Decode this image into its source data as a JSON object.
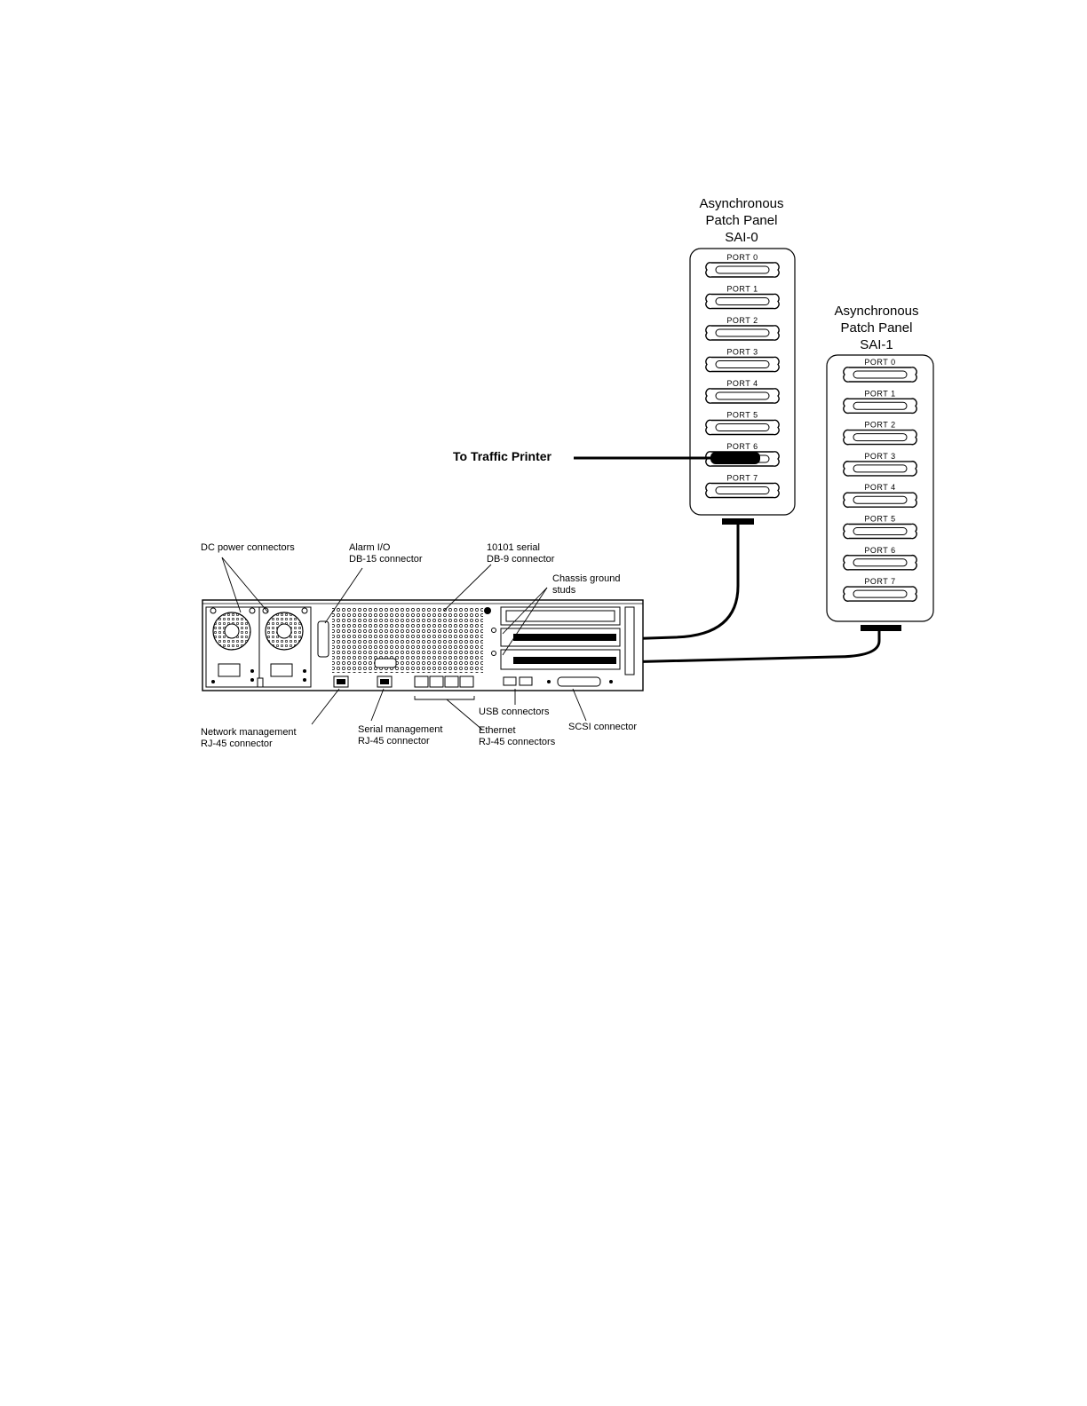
{
  "panels": [
    {
      "title_lines": [
        "Asynchronous",
        "Patch Panel",
        "SAI-0"
      ],
      "ports": [
        "PORT 0",
        "PORT 1",
        "PORT 2",
        "PORT 3",
        "PORT 4",
        "PORT 5",
        "PORT 6",
        "PORT 7"
      ]
    },
    {
      "title_lines": [
        "Asynchronous",
        "Patch Panel",
        "SAI-1"
      ],
      "ports": [
        "PORT 0",
        "PORT 1",
        "PORT 2",
        "PORT 3",
        "PORT 4",
        "PORT 5",
        "PORT 6",
        "PORT 7"
      ]
    }
  ],
  "printer_label": "To Traffic Printer",
  "callouts": {
    "dc_power": [
      "DC power connectors"
    ],
    "alarm_io": [
      "Alarm I/O",
      "DB-15 connector"
    ],
    "serial_10101": [
      "10101 serial",
      "DB-9 connector"
    ],
    "chassis_ground": [
      "Chassis ground",
      "studs"
    ],
    "network_mgmt": [
      "Network management",
      "RJ-45 connector"
    ],
    "serial_mgmt": [
      "Serial management",
      "RJ-45 connector"
    ],
    "usb": [
      "USB connectors"
    ],
    "ethernet": [
      "Ethernet",
      "RJ-45 connectors"
    ],
    "scsi": [
      "SCSI connector"
    ]
  }
}
